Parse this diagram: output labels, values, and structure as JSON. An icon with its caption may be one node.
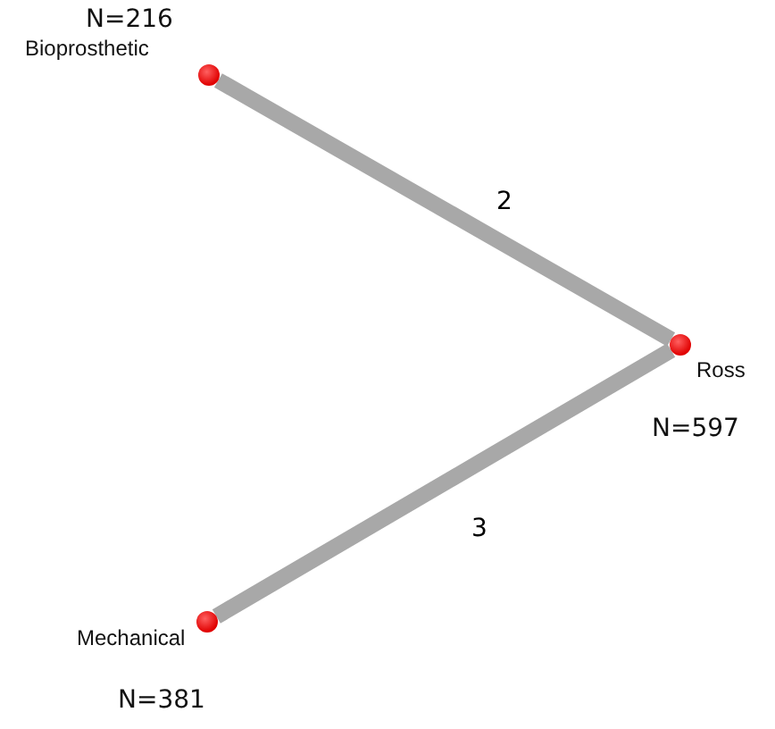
{
  "diagram": {
    "nodes": [
      {
        "text": [
          "Bioprosthetic"
        ],
        "beside": [
          "N=216"
        ]
      },
      {
        "text": [
          "Ross"
        ],
        "beside": [
          "N=597"
        ]
      },
      {
        "text": [
          "Mechanical"
        ],
        "beside": [
          "N=381"
        ]
      }
    ],
    "edges": [
      {
        "from": 0,
        "to": 1,
        "arrow": "none",
        "label": "2"
      },
      {
        "from": 1,
        "to": 2,
        "arrow": "none",
        "label": "3"
      }
    ]
  }
}
